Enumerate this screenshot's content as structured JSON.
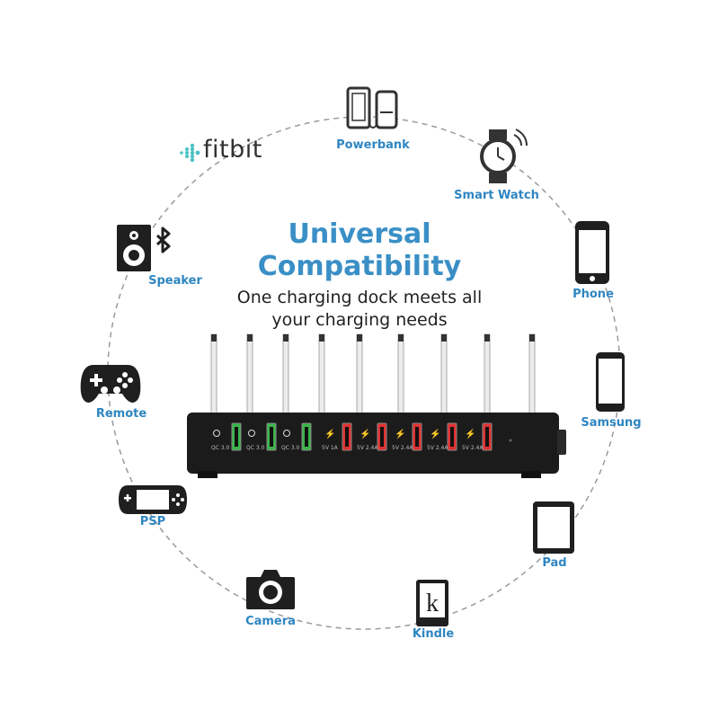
{
  "headline": {
    "line1": "Universal",
    "line2": "Compatibility",
    "tagline_line1": "One charging dock meets all",
    "tagline_line2": "your charging needs"
  },
  "colors": {
    "accent": "#2e86c1",
    "dock": "#1b1b1b",
    "qc_port": "#3bb54a",
    "std_port": "#e03131"
  },
  "devices": [
    {
      "name": "Powerbank",
      "icon": "powerbank-icon"
    },
    {
      "name": "Smart Watch",
      "icon": "smart-watch-icon"
    },
    {
      "name": "Phone",
      "icon": "phone-icon"
    },
    {
      "name": "Samsung",
      "icon": "samsung-phone-icon"
    },
    {
      "name": "Pad",
      "icon": "tablet-icon"
    },
    {
      "name": "Kindle",
      "icon": "kindle-icon"
    },
    {
      "name": "Camera",
      "icon": "camera-icon"
    },
    {
      "name": "PSP",
      "icon": "psp-icon"
    },
    {
      "name": "Remote",
      "icon": "gamepad-icon"
    },
    {
      "name": "Speaker",
      "icon": "speaker-bluetooth-icon"
    }
  ],
  "brand": {
    "fitbit": "fitbit"
  },
  "dock": {
    "ports": [
      {
        "label": "QC 3.0",
        "type": "qc"
      },
      {
        "label": "QC 3.0",
        "type": "qc"
      },
      {
        "label": "QC 3.0",
        "type": "qc"
      },
      {
        "label": "5V 1A",
        "type": "std"
      },
      {
        "label": "5V 2.4A",
        "type": "std"
      },
      {
        "label": "5V 2.4A",
        "type": "std"
      },
      {
        "label": "5V 2.4A",
        "type": "std"
      },
      {
        "label": "5V 2.4A",
        "type": "std"
      }
    ]
  }
}
